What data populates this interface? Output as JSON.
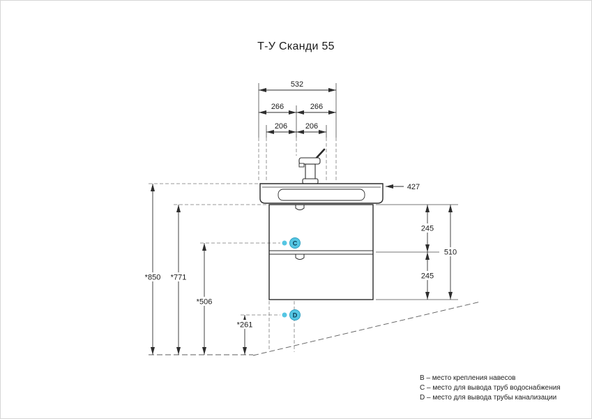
{
  "page": {
    "title": "Т-У Сканди 55"
  },
  "colors": {
    "marker_accent": "#55c6e3",
    "marker_stroke": "#2d9fc0",
    "line": "#2e2e2e"
  },
  "dimensions": {
    "width_total": "532",
    "width_half_left": "266",
    "width_half_right": "266",
    "width_inner_left": "206",
    "width_inner_right": "206",
    "depth": "427",
    "side_upper": "245",
    "side_total": "510",
    "side_lower": "245",
    "height_total": "*850",
    "height_cabinet_top": "*771",
    "height_water": "*506",
    "height_drain": "*261"
  },
  "markers": {
    "water_supply": "С",
    "drain": "D"
  },
  "legend": [
    "В – место крепления навесов",
    "С – место для вывода труб водоснабжения",
    "D – место для вывода трубы канализации"
  ]
}
